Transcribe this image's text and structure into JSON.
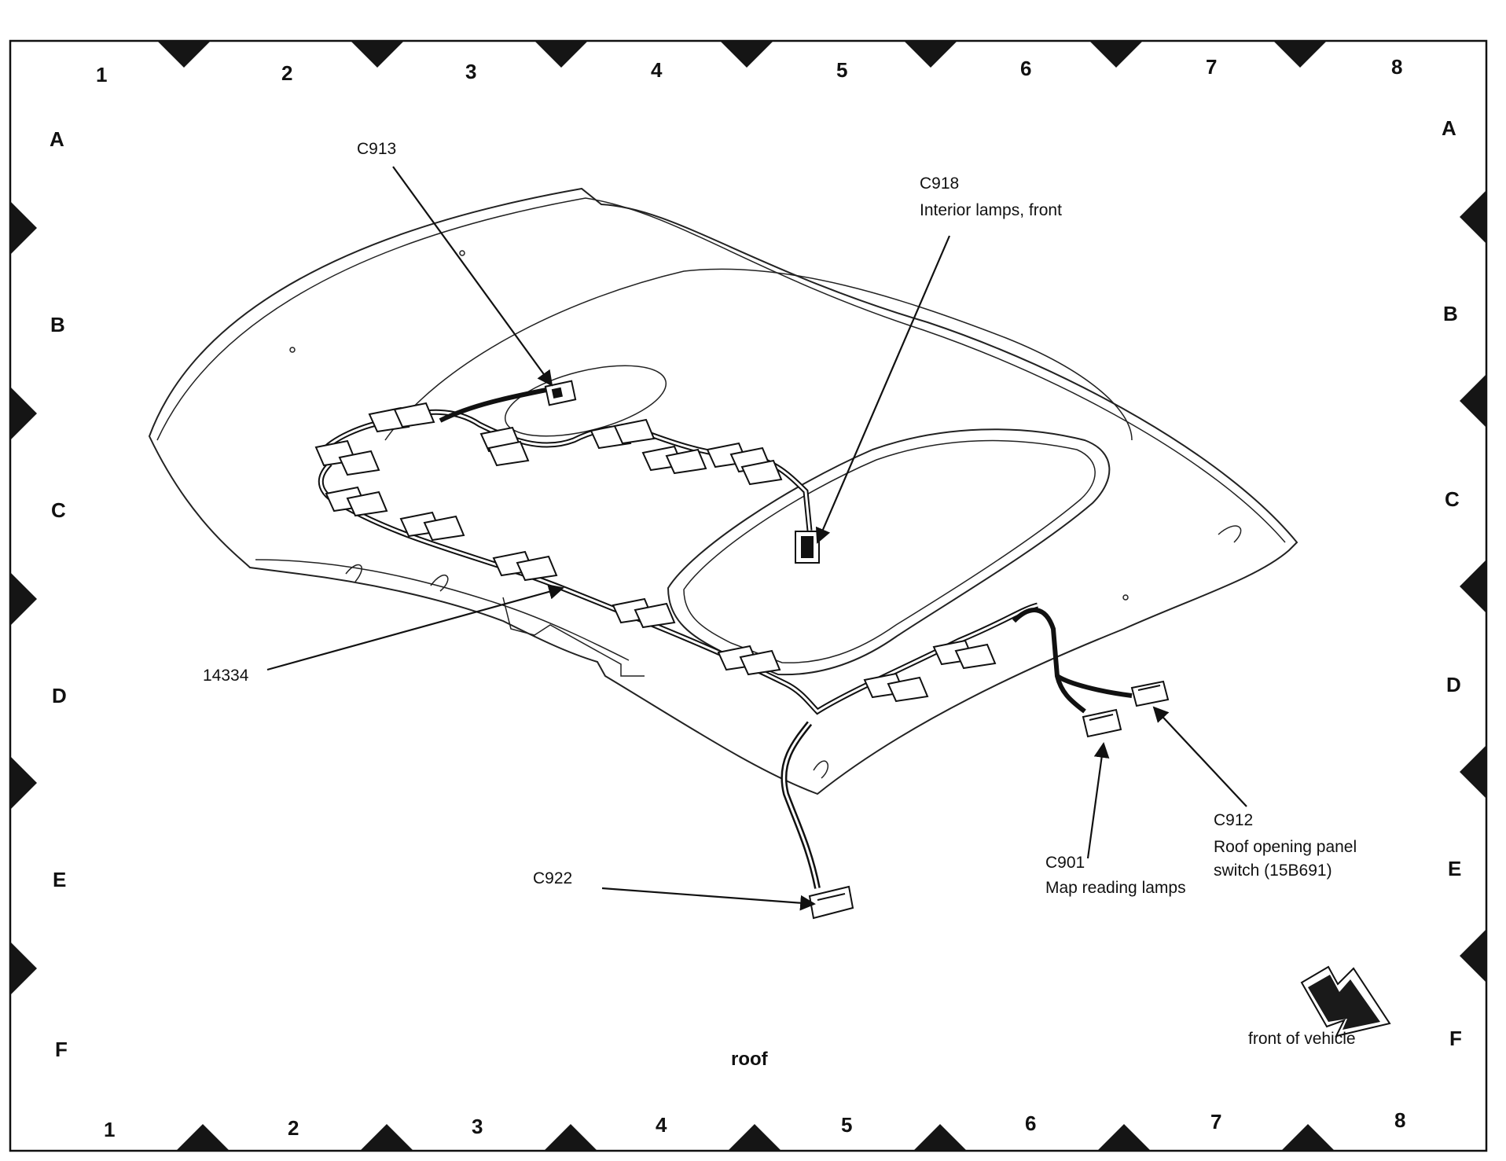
{
  "grid": {
    "columns": [
      "1",
      "2",
      "3",
      "4",
      "5",
      "6",
      "7",
      "8"
    ],
    "rows": [
      "A",
      "B",
      "C",
      "D",
      "E",
      "F"
    ]
  },
  "diagram": {
    "title": "roof",
    "callouts": {
      "c913": {
        "id": "C913"
      },
      "c918": {
        "id": "C918",
        "desc": "Interior lamps, front"
      },
      "harness": {
        "id": "14334"
      },
      "c922": {
        "id": "C922"
      },
      "c901": {
        "id": "C901",
        "desc": "Map reading lamps"
      },
      "c912": {
        "id": "C912",
        "desc_line1": "Roof opening panel",
        "desc_line2": "switch (15B691)"
      }
    },
    "orientation": {
      "label": "front of vehicle"
    }
  },
  "colors": {
    "ink": "#111111",
    "panel": "#ffffff",
    "marker": "#151515"
  }
}
